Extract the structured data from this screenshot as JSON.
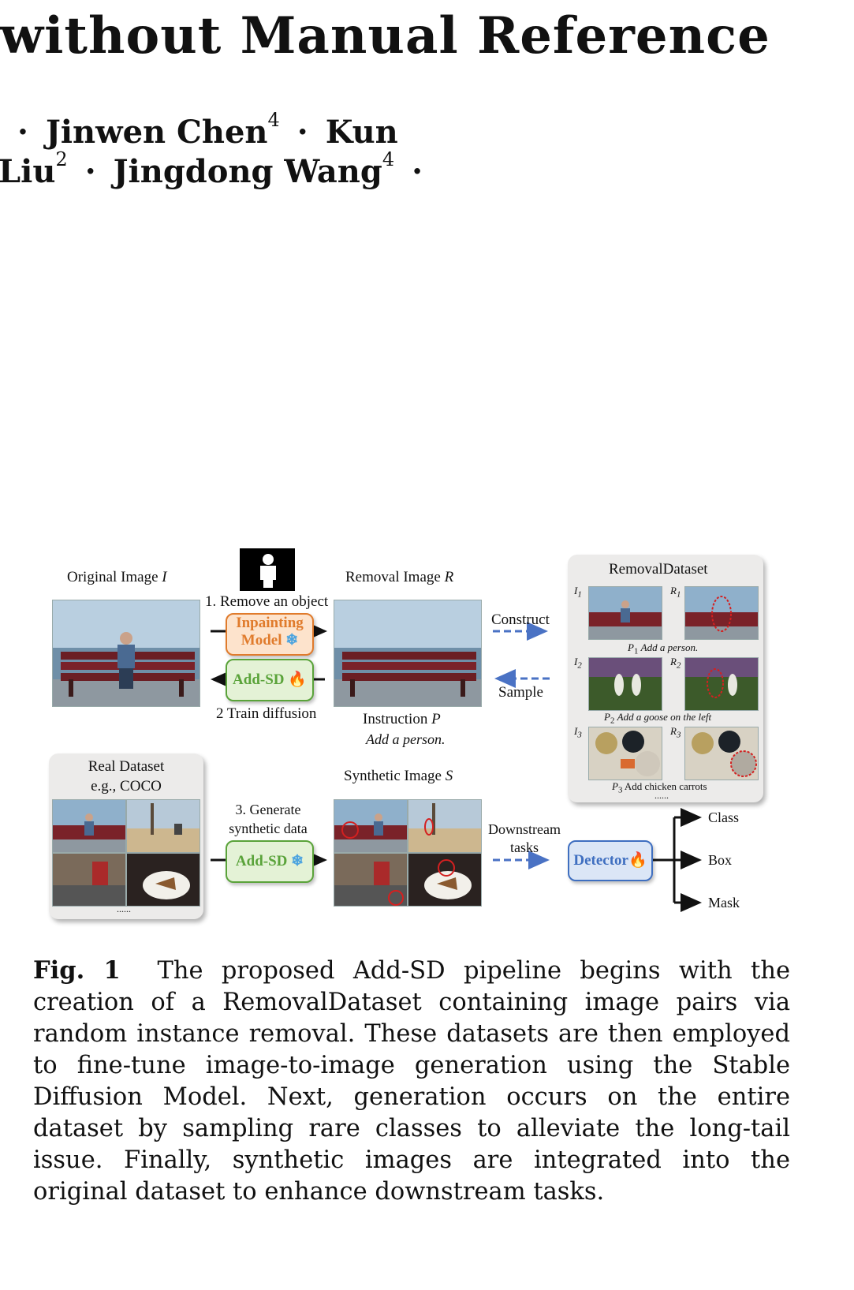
{
  "header": {
    "title": "without Manual Reference",
    "author_line1": {
      "a1": "Jinwen Chen",
      "a1_sup": "4",
      "a2": "Kun"
    },
    "author_line2": {
      "a0": "Liu",
      "a0_sup": "2",
      "a1": "Jingdong Wang",
      "a1_sup": "4"
    },
    "separator": "·"
  },
  "figure": {
    "original_label": "Original Image",
    "original_var": "I",
    "step1": "1. Remove an object",
    "inpaint_label_1": "Inpainting",
    "inpaint_label_2": "Model",
    "removal_label": "Removal Image",
    "removal_var": "R",
    "addsd_label": "Add-SD",
    "step2": "2 Train diffusion",
    "instruction_label": "Instruction",
    "instruction_var": "P",
    "instruction_text": "Add a person.",
    "construct": "Construct",
    "sample": "Sample",
    "removal_dataset": {
      "title": "RemovalDataset",
      "rows": [
        {
          "i": "I",
          "i_sub": "1",
          "r": "R",
          "r_sub": "1",
          "p": "P",
          "p_sub": "1",
          "prompt": "Add a person."
        },
        {
          "i": "I",
          "i_sub": "2",
          "r": "R",
          "r_sub": "2",
          "p": "P",
          "p_sub": "2",
          "prompt": "Add a goose on the left"
        },
        {
          "i": "I",
          "i_sub": "3",
          "r": "R",
          "r_sub": "3",
          "p": "P",
          "p_sub": "3",
          "prompt": "Add chicken carrots"
        }
      ],
      "ellipsis": "......"
    },
    "real_dataset_1": "Real Dataset",
    "real_dataset_2": "e.g., COCO",
    "real_ellipsis": "......",
    "step3_1": "3. Generate",
    "step3_2": "synthetic data",
    "addsd_label_2": "Add-SD",
    "synthetic_label": "Synthetic Image",
    "synthetic_var": "S",
    "downstream_1": "Downstream",
    "downstream_2": "tasks",
    "detector": "Detector",
    "outputs": [
      "Class",
      "Box",
      "Mask"
    ],
    "colors": {
      "arrow_blue": "#4a72c4",
      "inpaint_orange": "#e07b2c",
      "addsd_green": "#5aa33a",
      "detector_blue": "#3f6fc0",
      "circle_red": "#d42020"
    }
  },
  "caption": {
    "label": "Fig. 1",
    "text": "The proposed Add-SD pipeline begins with the creation of a RemovalDataset containing image pairs via random instance removal. These datasets are then employed to fine-tune image-to-image generation using the Stable Diffusion Model. Next, generation occurs on the entire dataset by sampling rare classes to alleviate the long-tail issue. Finally, synthetic images are integrated into the original dataset to enhance downstream tasks."
  }
}
